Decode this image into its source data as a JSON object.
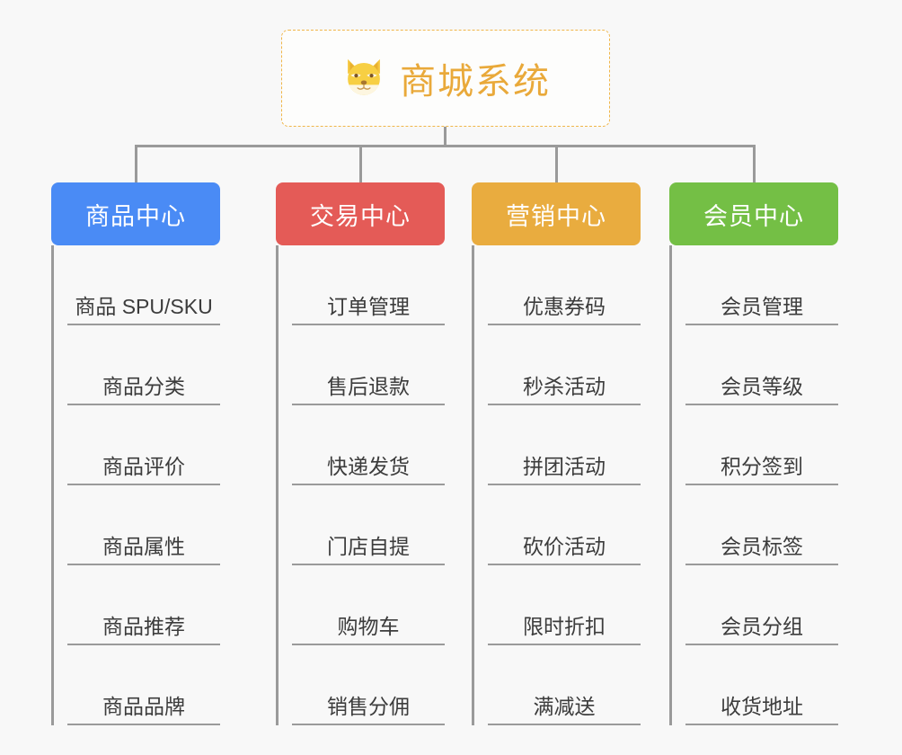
{
  "diagram": {
    "title": "商城系统",
    "background_color": "#f8f8f8",
    "connector_color": "#9a9a9a",
    "root": {
      "label": "商城系统",
      "icon": "shiba-inu-dog-face-emoji",
      "text_color": "#e9a93a",
      "border_color": "#f0b64a",
      "background_color": "#fdfdfc"
    },
    "columns": [
      {
        "id": "product-center",
        "header": "商品中心",
        "color": "#4a8bf5",
        "items": [
          "商品 SPU/SKU",
          "商品分类",
          "商品评价",
          "商品属性",
          "商品推荐",
          "商品品牌"
        ]
      },
      {
        "id": "trade-center",
        "header": "交易中心",
        "color": "#e45b57",
        "items": [
          "订单管理",
          "售后退款",
          "快递发货",
          "门店自提",
          "购物车",
          "销售分佣"
        ]
      },
      {
        "id": "marketing-center",
        "header": "营销中心",
        "color": "#e9ac3f",
        "items": [
          "优惠券码",
          "秒杀活动",
          "拼团活动",
          "砍价活动",
          "限时折扣",
          "满减送"
        ]
      },
      {
        "id": "member-center",
        "header": "会员中心",
        "color": "#74bf45",
        "items": [
          "会员管理",
          "会员等级",
          "积分签到",
          "会员标签",
          "会员分组",
          "收货地址"
        ]
      }
    ]
  }
}
